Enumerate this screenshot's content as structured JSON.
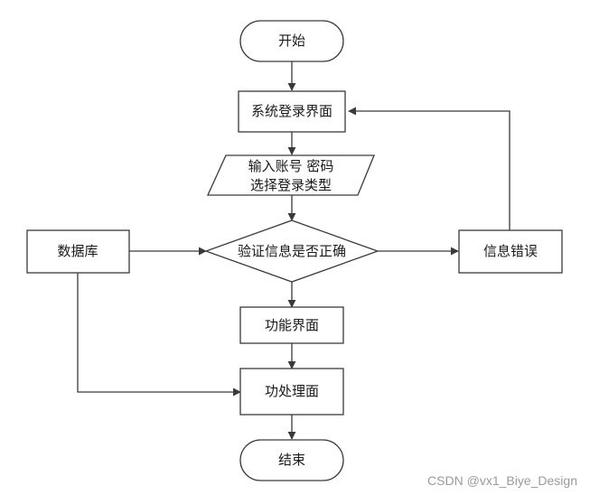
{
  "nodes": {
    "start": "开始",
    "login_screen": "系统登录界面",
    "input_line1": "输入账号 密码",
    "input_line2": "选择登录类型",
    "verify": "验证信息是否正确",
    "database": "数据库",
    "error": "信息错误",
    "function_screen": "功能界面",
    "process_screen": "功处理面",
    "end": "结束"
  },
  "watermark": "CSDN @vx1_Biye_Design",
  "colors": {
    "stroke": "#3a3a3a",
    "fill": "#ffffff",
    "text": "#1a1a1a"
  }
}
